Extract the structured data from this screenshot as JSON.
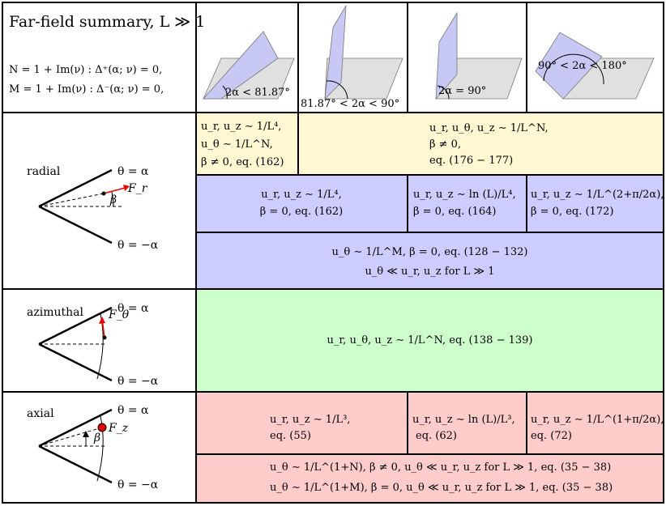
{
  "header": {
    "title": "Far-field summary, L ≫ 1",
    "n_def": "N = 1 + Im(ν) : Δ⁺(α; ν) = 0,",
    "m_def": "M = 1 + Im(ν) : Δ⁻(α; ν) = 0,",
    "angles": [
      "2α < 81.87°",
      "81.87° < 2α < 90°",
      "2α = 90°",
      "90° < 2α < 180°"
    ]
  },
  "colors": {
    "yellow": "#fff8d2",
    "blue": "#ccccff",
    "green": "#ccffcc",
    "red": "#ffcccc",
    "sheet_gray": "#e0e0e0",
    "sheet_blue": "#c8c8f5"
  },
  "rows": {
    "radial": {
      "label": "radial",
      "theta_top": "θ = α",
      "theta_bot": "θ = −α",
      "force": "F_r",
      "beta": "β",
      "yellow_left": [
        "u_r, u_z ∼ 1/L⁴,",
        "u_θ ∼ 1/L^N,",
        "β ≠ 0, eq. (162)"
      ],
      "yellow_right": [
        "u_r, u_θ, u_z ∼ 1/L^N,",
        "β ≠ 0,",
        "eq. (176 − 177)"
      ],
      "blue1": [
        "u_r, u_z ∼ 1/L⁴,",
        "β = 0, eq. (162)"
      ],
      "blue2": [
        "u_r, u_z ∼ ln (L)/L⁴,",
        "β = 0, eq. (164)"
      ],
      "blue3": [
        "u_r, u_z ∼ 1/L^(2+π/2α),",
        "β = 0, eq. (172)"
      ],
      "blue_wide": [
        "u_θ ∼ 1/L^M, β = 0, eq. (128 − 132)",
        "u_θ ≪ u_r, u_z for L ≫ 1"
      ]
    },
    "azimuthal": {
      "label": "azimuthal",
      "theta_top": "θ = α",
      "theta_bot": "θ = −α",
      "force": "F_θ",
      "green": "u_r, u_θ, u_z ∼ 1/L^N, eq. (138 − 139)"
    },
    "axial": {
      "label": "axial",
      "theta_top": "θ = α",
      "theta_bot": "θ = −α",
      "force": "F_z",
      "beta": "β",
      "red1": [
        "u_r, u_z ∼ 1/L³,",
        "eq. (55)"
      ],
      "red2": [
        "u_r, u_z ∼ ln (L)/L³,",
        "eq. (62)"
      ],
      "red3": [
        "u_r, u_z ∼ 1/L^(1+π/2α),",
        "eq. (72)"
      ],
      "red_wide": [
        "u_θ ∼ 1/L^(1+N), β ≠ 0, u_θ ≪ u_r, u_z for L ≫ 1, eq. (35 − 38)",
        "u_θ ∼ 1/L^(1+M), β = 0, u_θ ≪ u_r, u_z for L ≫ 1, eq. (35 − 38)"
      ]
    }
  }
}
